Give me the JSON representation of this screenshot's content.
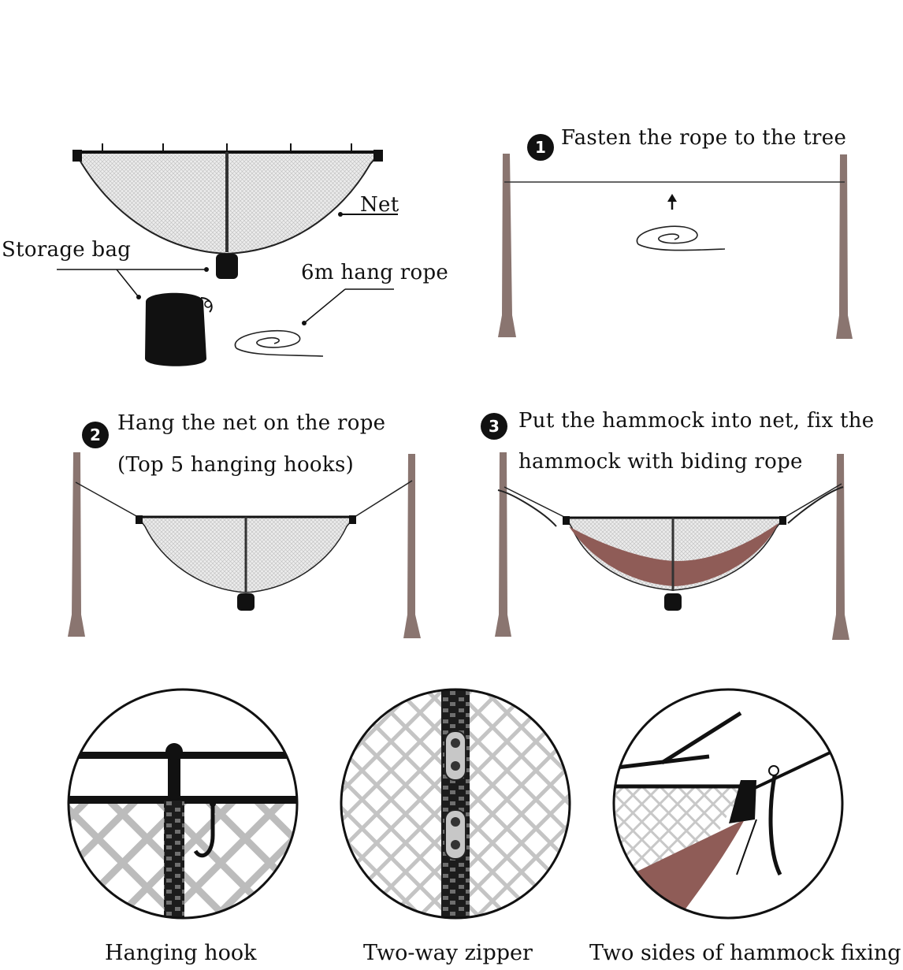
{
  "overview": {
    "net_label": "Net",
    "storage_bag_label": "Storage bag",
    "rope_label": "6m hang rope"
  },
  "steps": [
    {
      "number": "1",
      "text": "Fasten the rope to the tree"
    },
    {
      "number": "2",
      "line1": "Hang the net on the rope",
      "line2": "(Top 5 hanging hooks)"
    },
    {
      "number": "3",
      "line1": "Put the hammock into net, fix the",
      "line2": "hammock with biding rope"
    }
  ],
  "details": [
    {
      "caption": "Hanging hook"
    },
    {
      "caption": "Two-way zipper"
    },
    {
      "caption": "Two sides of hammock fixing"
    }
  ],
  "colors": {
    "tree": "#8a7570",
    "hammock": "#8f5c57",
    "net": "#e3e3e3",
    "ink": "#111111"
  }
}
